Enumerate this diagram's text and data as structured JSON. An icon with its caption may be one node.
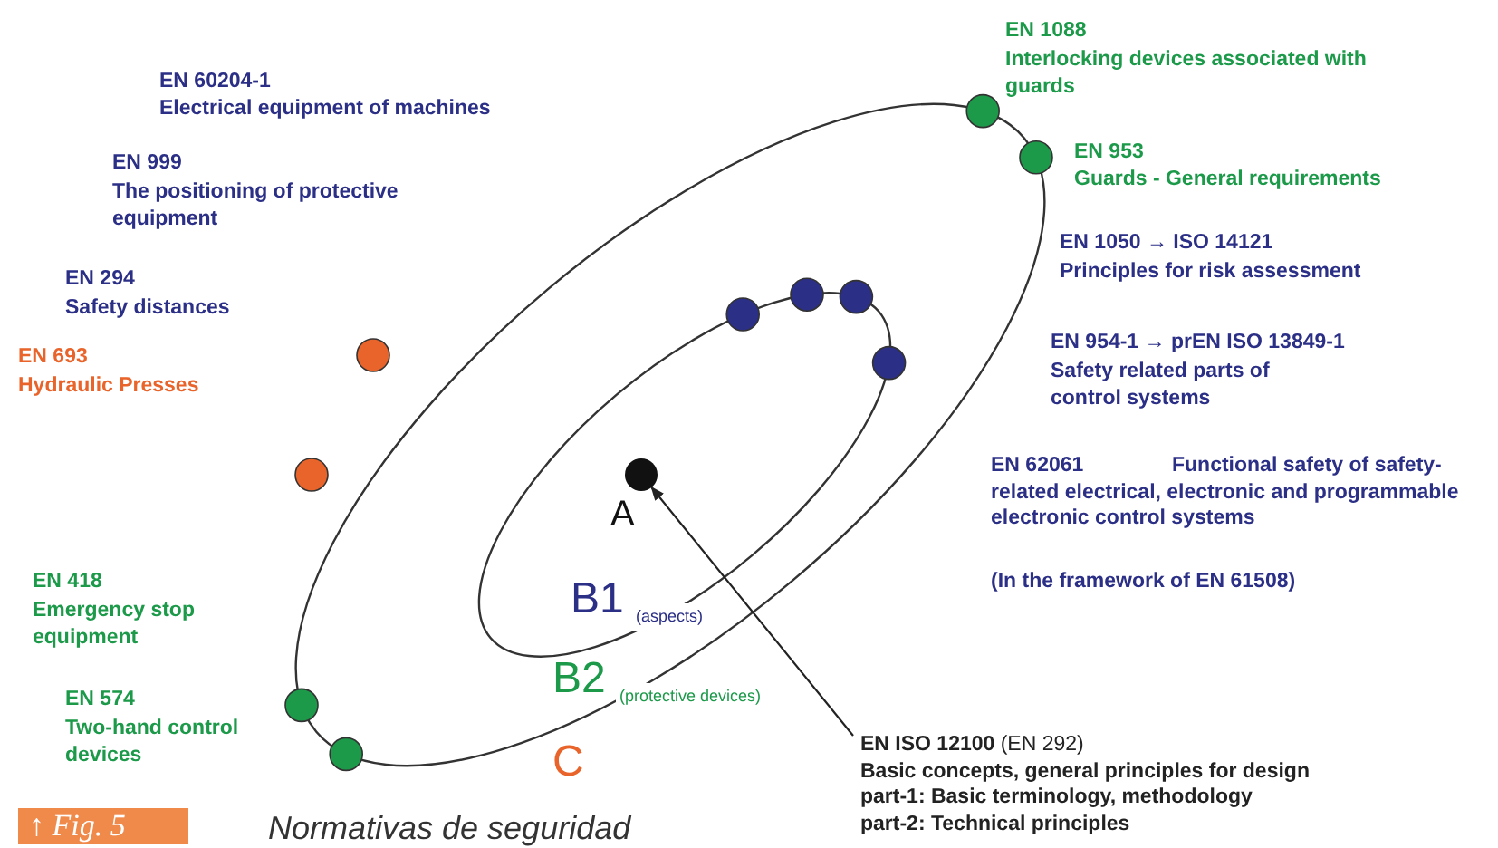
{
  "diagram": {
    "caption": "Normativas de seguridad",
    "nodes": [
      {
        "text": [
          "**EN ISO 12100** (EN 292)",
          "Basic concepts, general principles for design",
          "part-1: Basic terminology, methodology",
          "part-2: Technical principles"
        ]
      },
      {
        "text": [],
        "shape": "circle",
        "beside": [
          "A"
        ]
      }
    ],
    "edges": [
      {
        "from": 0,
        "to": 1,
        "arrow": "to"
      }
    ],
    "labels": [
      "EN 1088",
      "Interlocking devices associated with guards",
      "EN 60204-1",
      "Electrical equipment of machines",
      "EN 953",
      "Guards - General requirements",
      "EN 999",
      "The positioning of protective equipment",
      "**EN 1050** → ISO 14121",
      "Principles for risk assessment",
      "EN 294",
      "Safety distances",
      "EN 693",
      "Hydraulic Presses",
      "**EN 954-1** → prEN ISO 13849-1",
      "Safety related parts of control systems",
      "EN 62061",
      "Functional safety of safety-related electrical, electronic and programmable electronic control systems",
      "(In the framework of EN 61508)",
      "EN 418",
      "Emergency stop equipment",
      "B1",
      "(aspects)",
      "B2",
      "(protective devices)",
      "EN 574",
      "Two-hand control devices",
      "C",
      "↑ Fig. 5"
    ]
  }
}
